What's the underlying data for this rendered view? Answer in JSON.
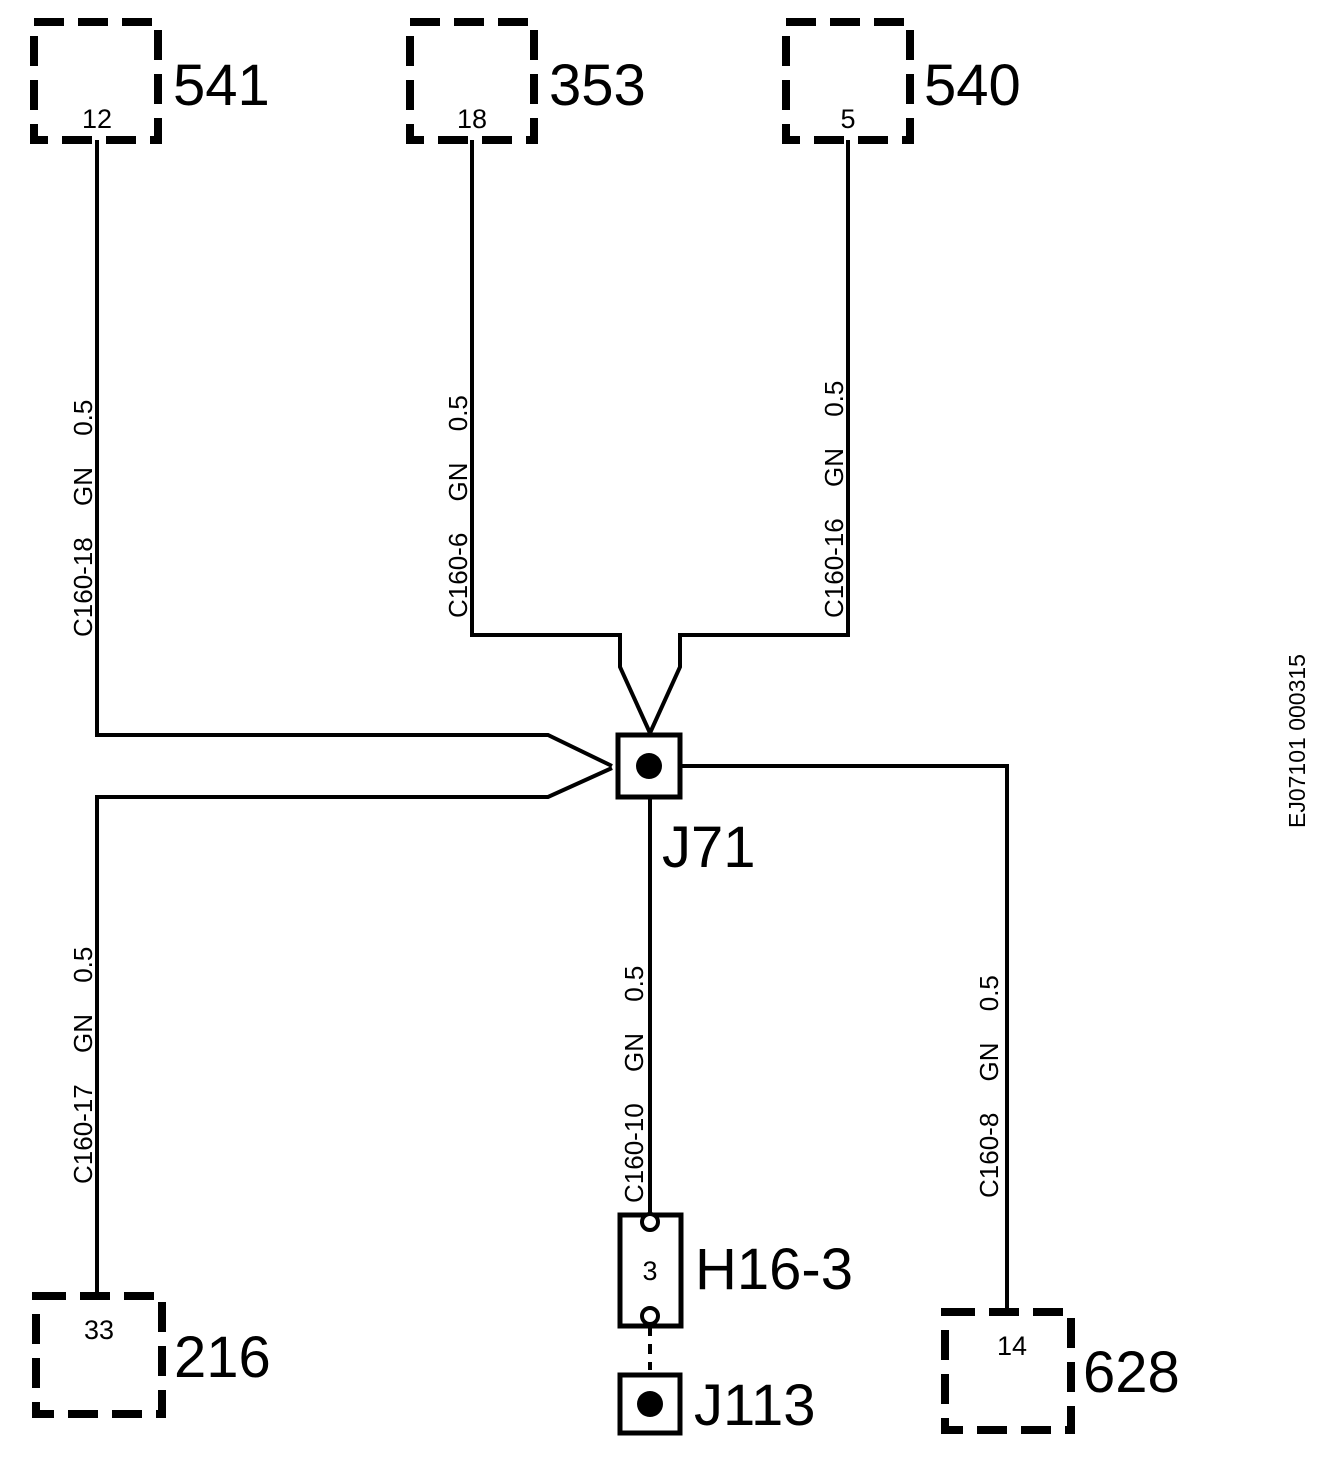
{
  "modules": [
    {
      "id": "541",
      "pin": "12"
    },
    {
      "id": "353",
      "pin": "18"
    },
    {
      "id": "540",
      "pin": "5"
    },
    {
      "id": "216",
      "pin": "33"
    },
    {
      "id": "628",
      "pin": "14"
    }
  ],
  "wires": [
    {
      "circuit": "C160-18",
      "color": "GN",
      "size": "0.5"
    },
    {
      "circuit": "C160-6",
      "color": "GN",
      "size": "0.5"
    },
    {
      "circuit": "C160-16",
      "color": "GN",
      "size": "0.5"
    },
    {
      "circuit": "C160-17",
      "color": "GN",
      "size": "0.5"
    },
    {
      "circuit": "C160-10",
      "color": "GN",
      "size": "0.5"
    },
    {
      "circuit": "C160-8",
      "color": "GN",
      "size": "0.5"
    }
  ],
  "splice": {
    "label": "J71"
  },
  "connector": {
    "label": "H16-3",
    "pin": "3"
  },
  "ground": {
    "label": "J113"
  },
  "figure_id": "EJ07101 000315"
}
